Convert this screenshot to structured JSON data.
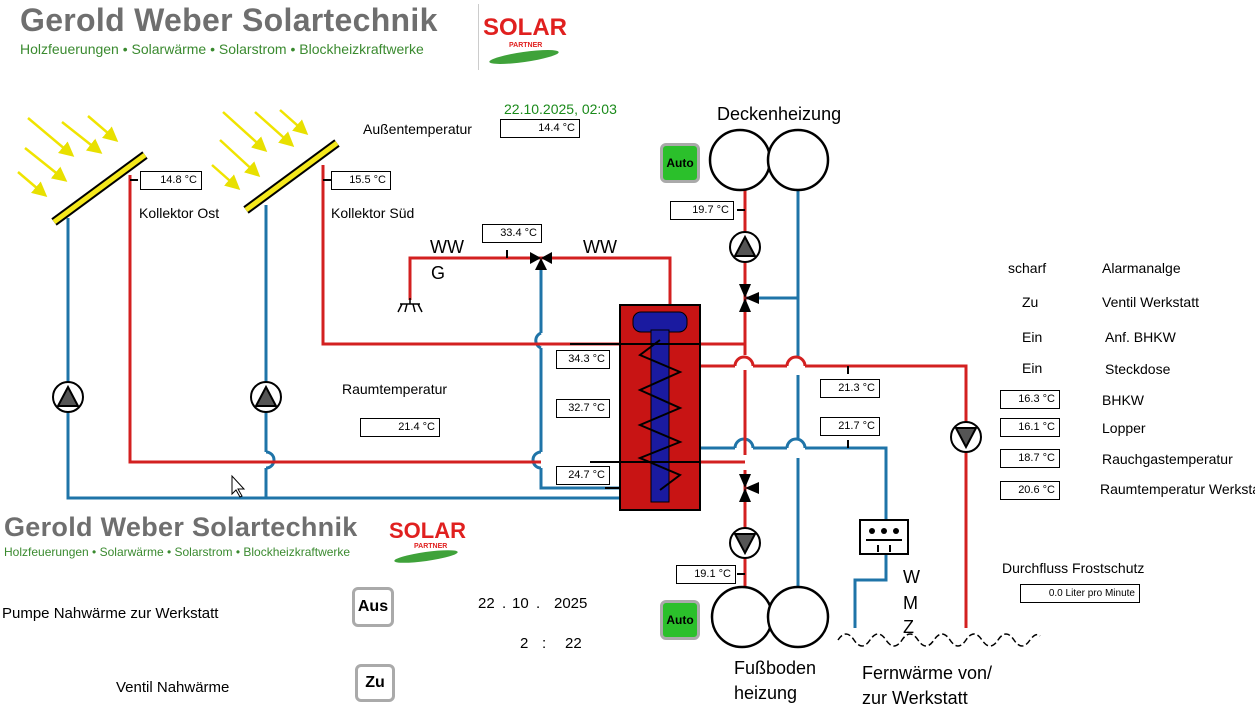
{
  "header": {
    "company": "Gerold Weber Solartechnik",
    "tagline": "Holzfeuerungen • Solarwärme • Solarstrom • Blockheizkraftwerke",
    "solar_logo": "SOLAR",
    "solar_logo_sub": "PARTNER"
  },
  "footer_logo": {
    "company": "Gerold Weber Solartechnik",
    "tagline": "Holzfeuerungen • Solarwärme • Solarstrom • Blockheizkraftwerke",
    "solar_logo": "SOLAR",
    "solar_logo_sub": "PARTNER"
  },
  "datetime": "22.10.2025,  02:03",
  "outside": {
    "label": "Außentemperatur",
    "value": "14.4 °C"
  },
  "collectors": [
    {
      "label": "Kollektor Ost",
      "value": "14.8 °C"
    },
    {
      "label": "Kollektor Süd",
      "value": "15.5 °C"
    }
  ],
  "room": {
    "label": "Raumtemperatur",
    "value": "21.4 °C"
  },
  "ww": {
    "left": "WW",
    "left_sub": "G",
    "right": "WW",
    "mix_value": "33.4 °C"
  },
  "tank": {
    "t1": "34.3 °C",
    "t2": "32.7 °C",
    "t3": "24.7 °C"
  },
  "ceiling": {
    "label": "Deckenheizung",
    "mode": "Auto",
    "value": "19.7 °C"
  },
  "floor": {
    "label1": "Fußboden",
    "label2": "heizung",
    "mode": "Auto",
    "value": "19.1 °C"
  },
  "pipes": {
    "t_upper": "21.3 °C",
    "t_lower": "21.7 °C"
  },
  "wmz": [
    "W",
    "M",
    "Z"
  ],
  "district": {
    "label1": "Fernwärme von/",
    "label2": "zur Werkstatt"
  },
  "status": [
    {
      "state": "scharf",
      "name": "Alarmanalge"
    },
    {
      "state": "Zu",
      "name": "Ventil Werkstatt"
    },
    {
      "state": "Ein",
      "name": "Anf. BHKW"
    },
    {
      "state": "Ein",
      "name": "Steckdose"
    }
  ],
  "temps": [
    {
      "value": "16.3 °C",
      "name": "BHKW"
    },
    {
      "value": "16.1 °C",
      "name": "Lopper"
    },
    {
      "value": "18.7 °C",
      "name": "Rauchgastemperatur"
    },
    {
      "value": "20.6 °C",
      "name": "Raumtemperatur Werkstatt"
    }
  ],
  "flow": {
    "label": "Durchfluss Frostschutz",
    "value": "0.0 Liter pro Minute"
  },
  "controls": {
    "pump_label": "Pumpe  Nahwärme zur Werkstatt",
    "pump_state": "Aus",
    "valve_label": "Ventil Nahwärme",
    "valve_state": "Zu",
    "date_day": "22",
    "date_month": "10",
    "date_year": "2025",
    "time_hour": "2",
    "time_min": "22"
  },
  "colors": {
    "red": "#d32020",
    "blue": "#1f74a8",
    "tank": "#c81414",
    "coil": "#1a1aa0",
    "green": "#2bc02b"
  }
}
